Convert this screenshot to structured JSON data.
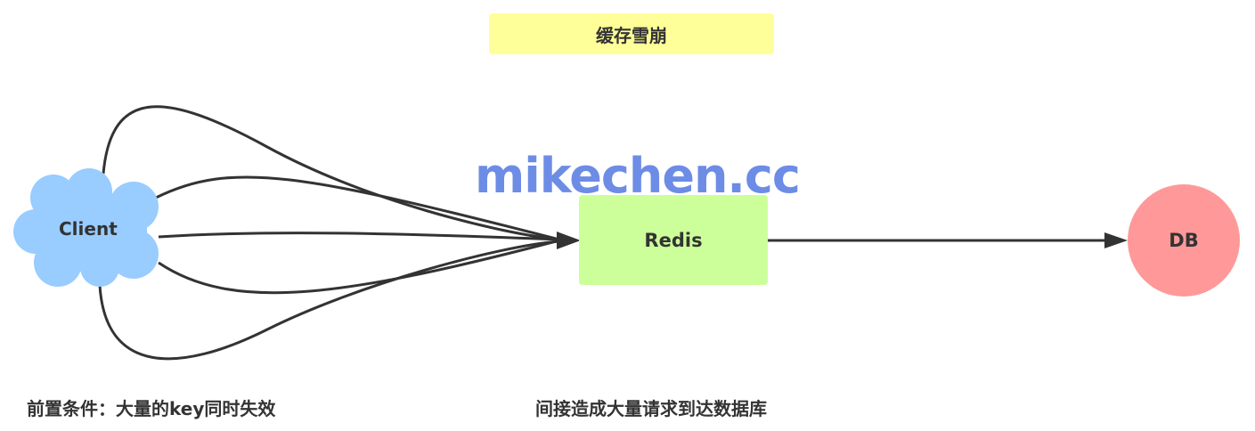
{
  "title": "缓存雪崩",
  "nodes": {
    "client": "Client",
    "redis": "Redis",
    "db": "DB"
  },
  "watermark": "mikechen.cc",
  "notes": {
    "left": "前置条件：大量的key同时失效",
    "right": "间接造成大量请求到达数据库"
  },
  "colors": {
    "title_bg": "#ffff99",
    "client": "#99ccff",
    "redis": "#ccff99",
    "db": "#ff9999",
    "watermark": "#6d8ce6"
  }
}
